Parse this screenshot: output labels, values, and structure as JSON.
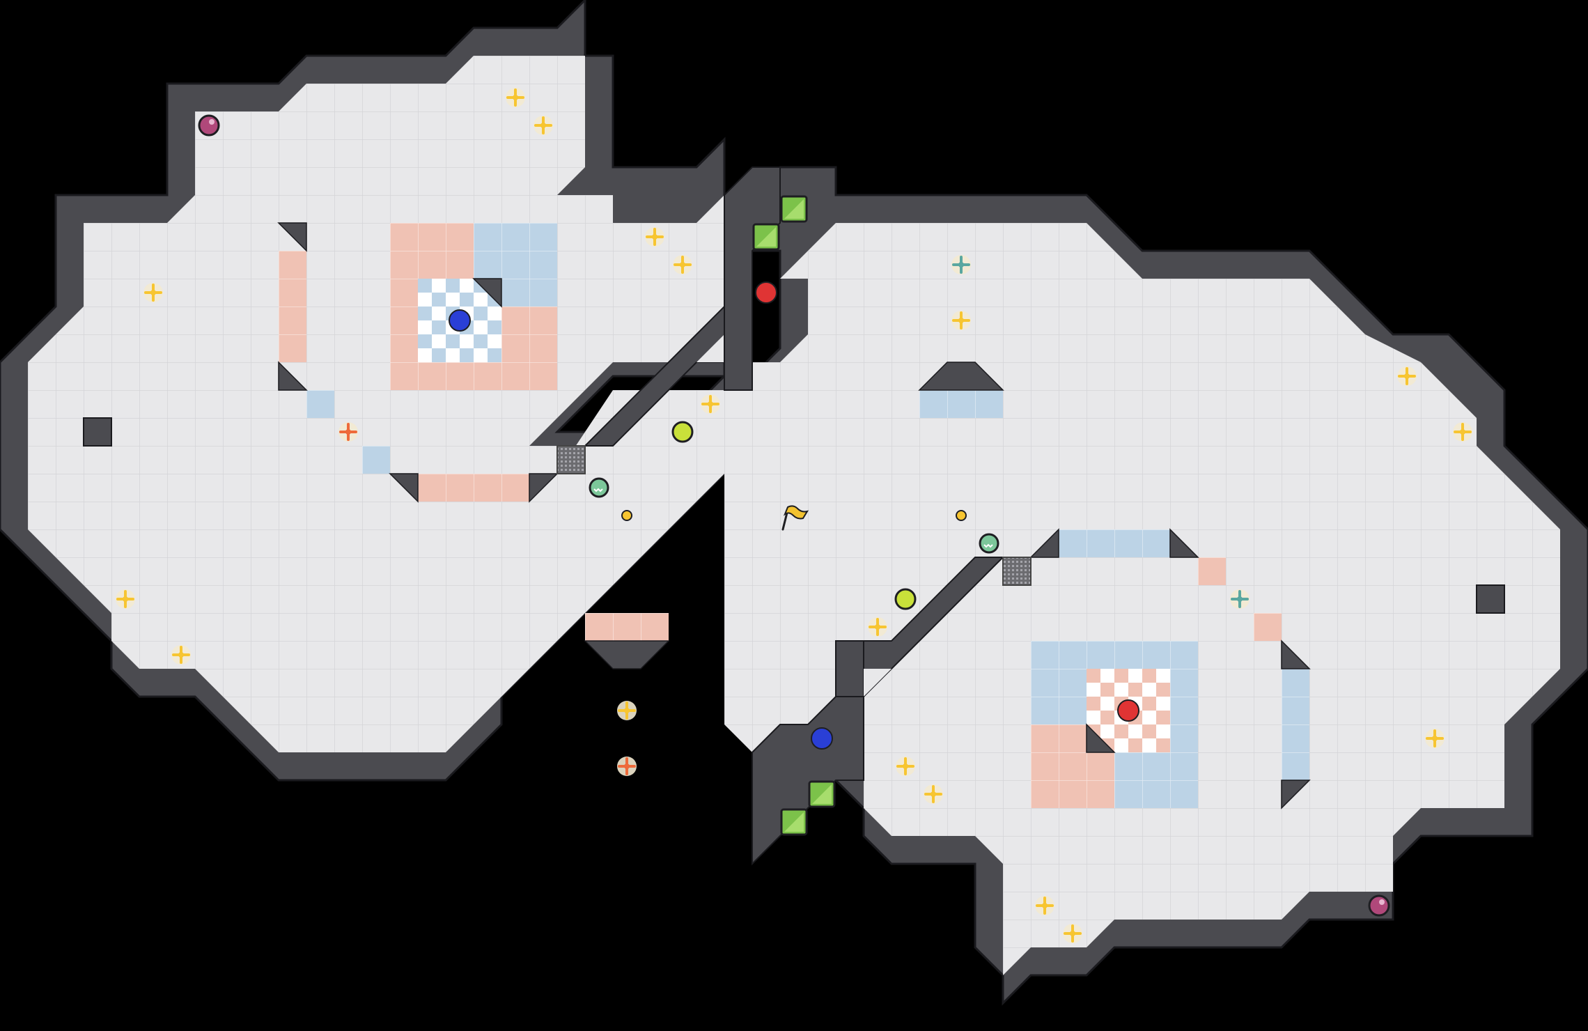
{
  "game": {
    "map": "split-dome",
    "colors": {
      "background": "#000000",
      "floor": "#e8e8ea",
      "grid": "#d4d4d8",
      "wall": "#4b4b50",
      "wall_edge": "#2a2a2e",
      "red_team": "#e03434",
      "blue_team": "#2a3fd6",
      "red_tile": "#f0c2b4",
      "blue_tile": "#bcd3e6",
      "boost": "#f7c531",
      "boost_red": "#ee6a3a",
      "boost_teal": "#5aa7a0",
      "powerup": "#c9e03a",
      "bomb": "#b0487a",
      "portal": "#7cc24a",
      "gate": "#6c6c70",
      "flag": "#f2c230"
    },
    "balls": {
      "red": [
        {
          "id": "red-ball-1"
        },
        {
          "id": "red-ball-2"
        }
      ],
      "blue": [
        {
          "id": "blue-ball-1"
        },
        {
          "id": "blue-ball-2"
        }
      ]
    },
    "flag": {
      "team": "yellow",
      "icon": "flag-icon"
    },
    "icons": [
      "boost-icon",
      "powerup-icon",
      "bomb-icon",
      "portal-icon",
      "spike-icon",
      "gate-icon",
      "flag-icon"
    ]
  }
}
